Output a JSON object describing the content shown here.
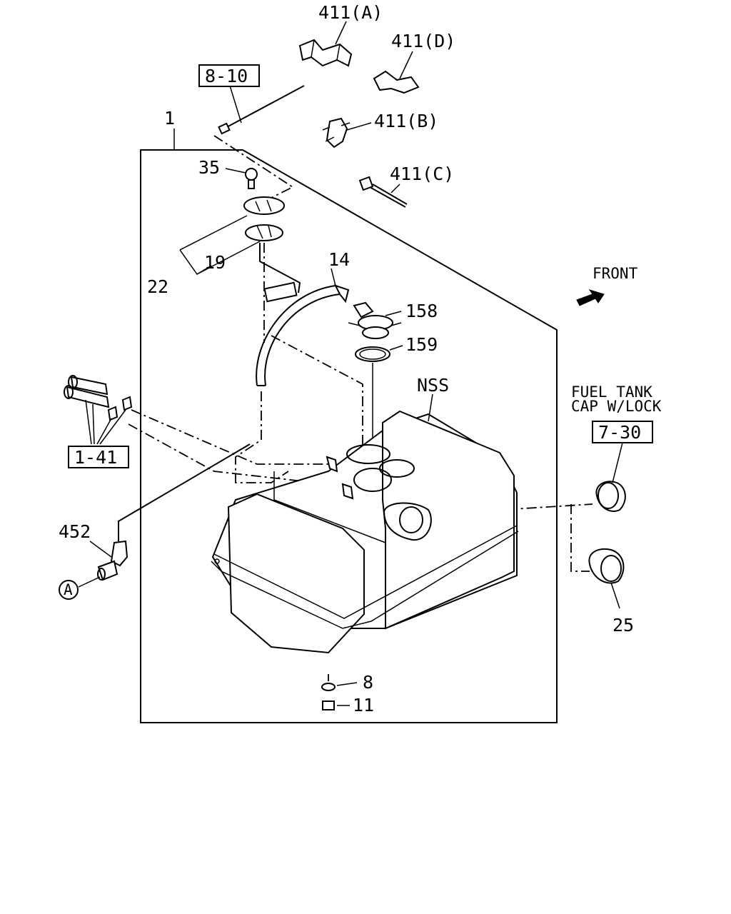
{
  "labels": {
    "p411a": "411(A)",
    "p411d": "411(D)",
    "p411b": "411(B)",
    "p411c": "411(C)",
    "ref810": "8-10",
    "p1": "1",
    "p35": "35",
    "p19": "19",
    "p22": "22",
    "p14": "14",
    "p158": "158",
    "p159": "159",
    "front": "FRONT",
    "nss": "NSS",
    "cap_line1": "FUEL TANK",
    "cap_line2": "CAP W/LOCK",
    "ref730": "7-30",
    "ref141": "1-41",
    "p452": "452",
    "circleA": "A",
    "p25": "25",
    "p8": "8",
    "p11": "11"
  }
}
